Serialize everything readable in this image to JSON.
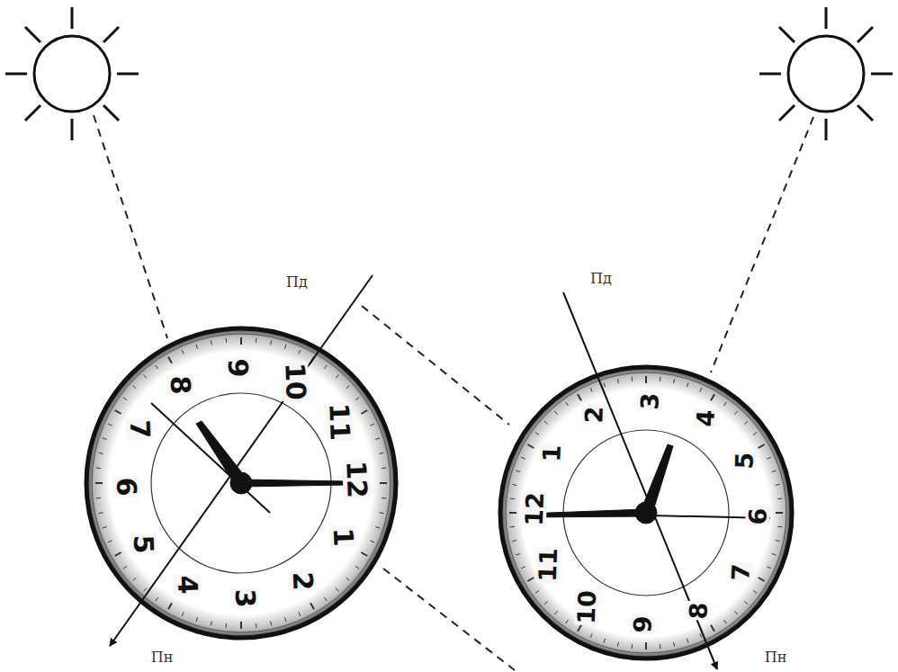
{
  "diagram": {
    "labels": [
      "Пд",
      "1",
      "2",
      "3",
      "4",
      "5",
      "6",
      "7",
      "8",
      "9",
      "10",
      "11",
      "12",
      "Пн",
      "Пд",
      "1",
      "2",
      "3",
      "4",
      "5",
      "6",
      "7",
      "8",
      "9",
      "10",
      "11",
      "12",
      "Пн"
    ]
  }
}
